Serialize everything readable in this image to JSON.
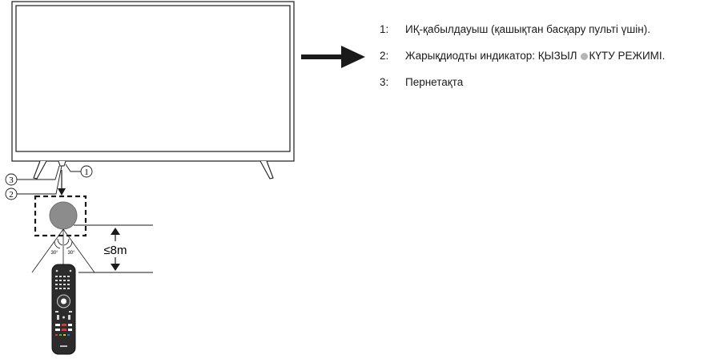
{
  "callouts": {
    "c1": "1",
    "c2": "2",
    "c3": "3"
  },
  "distance_label": "≤8m",
  "angle_left": "30°",
  "angle_right": "30°",
  "legend": [
    {
      "num": "1:",
      "text": "ИҚ-қабылдауыш (қашықтан басқару пульті үшін)."
    },
    {
      "num": "2:",
      "text_before": "Жарықдиодты индикатор: ҚЫЗЫЛ",
      "text_after": "КҮТУ РЕЖИМІ."
    },
    {
      "num": "3:",
      "text": "Пернетақта"
    }
  ],
  "colors": {
    "led_dot": "#b5b5b5",
    "sensor": "#8c8c8c",
    "outline": "#1a1a1a"
  }
}
